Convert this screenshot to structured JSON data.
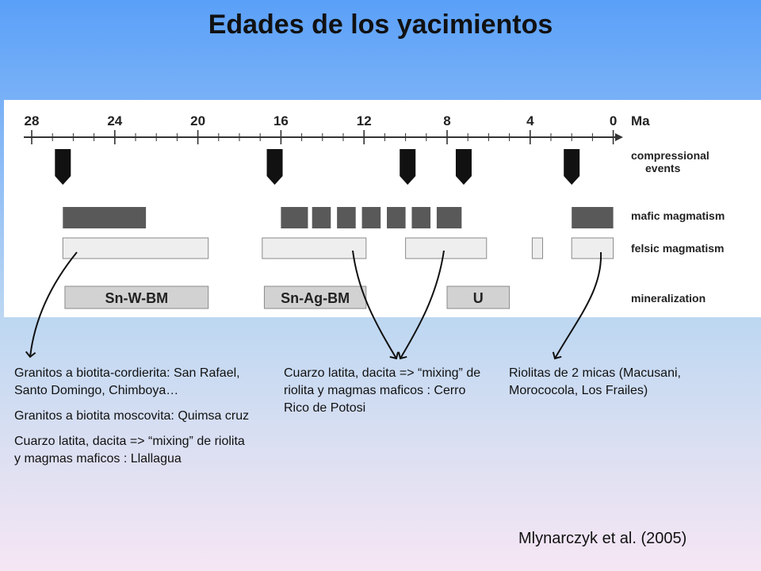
{
  "title": "Edades de los yacimientos",
  "timeline": {
    "unit": "Ma",
    "ticks": [
      "28",
      "24",
      "20",
      "16",
      "12",
      "8",
      "4",
      "0"
    ],
    "rows": {
      "compressional": "compressional events",
      "mafic": "mafic magmatism",
      "felsic": "felsic magmatism",
      "mineralization": "mineralization"
    },
    "compressional_events_ma": [
      26.5,
      16.3,
      9.9,
      7.2,
      2.0
    ],
    "mafic_blocks_ma": [
      [
        26.5,
        22.5
      ],
      [
        16.0,
        14.7
      ],
      [
        14.5,
        13.6
      ],
      [
        13.3,
        12.4
      ],
      [
        12.1,
        11.2
      ],
      [
        10.9,
        10.0
      ],
      [
        9.7,
        8.8
      ],
      [
        8.5,
        7.3
      ],
      [
        2.0,
        0.0
      ]
    ],
    "felsic_blocks_ma": [
      [
        26.5,
        19.5
      ],
      [
        16.9,
        11.9
      ],
      [
        10.0,
        6.1
      ],
      [
        3.9,
        3.4
      ],
      [
        2.0,
        0.0
      ]
    ],
    "mineralization": [
      {
        "label": "Sn-W-BM",
        "range": [
          26.4,
          19.5
        ]
      },
      {
        "label": "Sn-Ag-BM",
        "range": [
          16.8,
          11.9
        ]
      },
      {
        "label": "U",
        "range": [
          8.0,
          5.0
        ]
      }
    ]
  },
  "notes": {
    "left": [
      "Granitos a biotita-cordierita: San Rafael, Santo Domingo, Chimboya…",
      "Granitos a biotita moscovita: Quimsa cruz",
      "Cuarzo latita, dacita => “mixing” de riolita y magmas maficos : Llallagua"
    ],
    "middle": "Cuarzo latita, dacita => “mixing” de riolita y magmas maficos : Cerro Rico de Potosi",
    "right": "Riolitas de 2 micas (Macusani, Morococola, Los Frailes)"
  },
  "citation": "Mlynarczyk et al. (2005)",
  "colors": {
    "mafic": "#595959",
    "felsic": "#eeeeee",
    "mineralization": "#d2d2d2",
    "marker": "#111111"
  }
}
